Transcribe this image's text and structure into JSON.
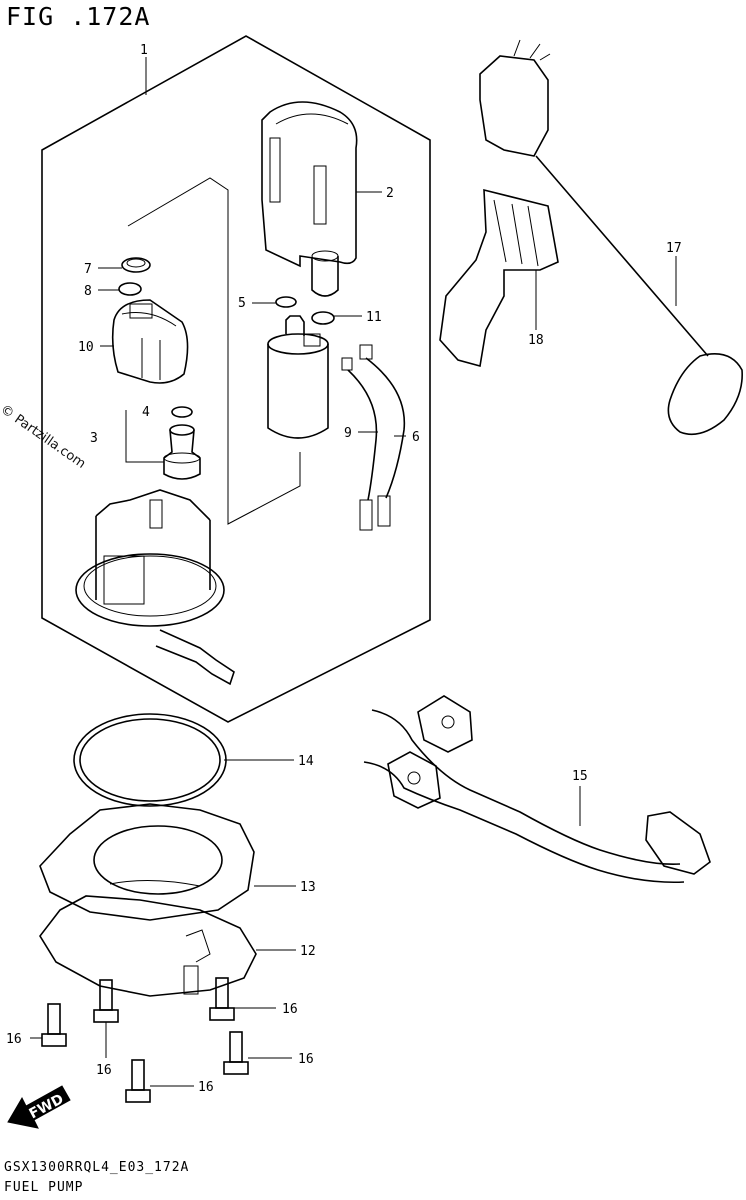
{
  "figure": {
    "title": "FIG .172A",
    "code": "GSX1300RRQL4_E03_172A",
    "name": "FUEL PUMP",
    "watermark": "© Partzilla.com",
    "fwd_label": "FWD"
  },
  "callouts": [
    {
      "id": "c1",
      "text": "1"
    },
    {
      "id": "c2",
      "text": "2"
    },
    {
      "id": "c3",
      "text": "3"
    },
    {
      "id": "c4",
      "text": "4"
    },
    {
      "id": "c5",
      "text": "5"
    },
    {
      "id": "c6",
      "text": "6"
    },
    {
      "id": "c7",
      "text": "7"
    },
    {
      "id": "c8",
      "text": "8"
    },
    {
      "id": "c9",
      "text": "9"
    },
    {
      "id": "c10",
      "text": "10"
    },
    {
      "id": "c11",
      "text": "11"
    },
    {
      "id": "c12",
      "text": "12"
    },
    {
      "id": "c13",
      "text": "13"
    },
    {
      "id": "c14",
      "text": "14"
    },
    {
      "id": "c15",
      "text": "15"
    },
    {
      "id": "c16a",
      "text": "16"
    },
    {
      "id": "c16b",
      "text": "16"
    },
    {
      "id": "c16c",
      "text": "16"
    },
    {
      "id": "c16d",
      "text": "16"
    },
    {
      "id": "c16e",
      "text": "16"
    },
    {
      "id": "c17",
      "text": "17"
    },
    {
      "id": "c18",
      "text": "18"
    }
  ]
}
